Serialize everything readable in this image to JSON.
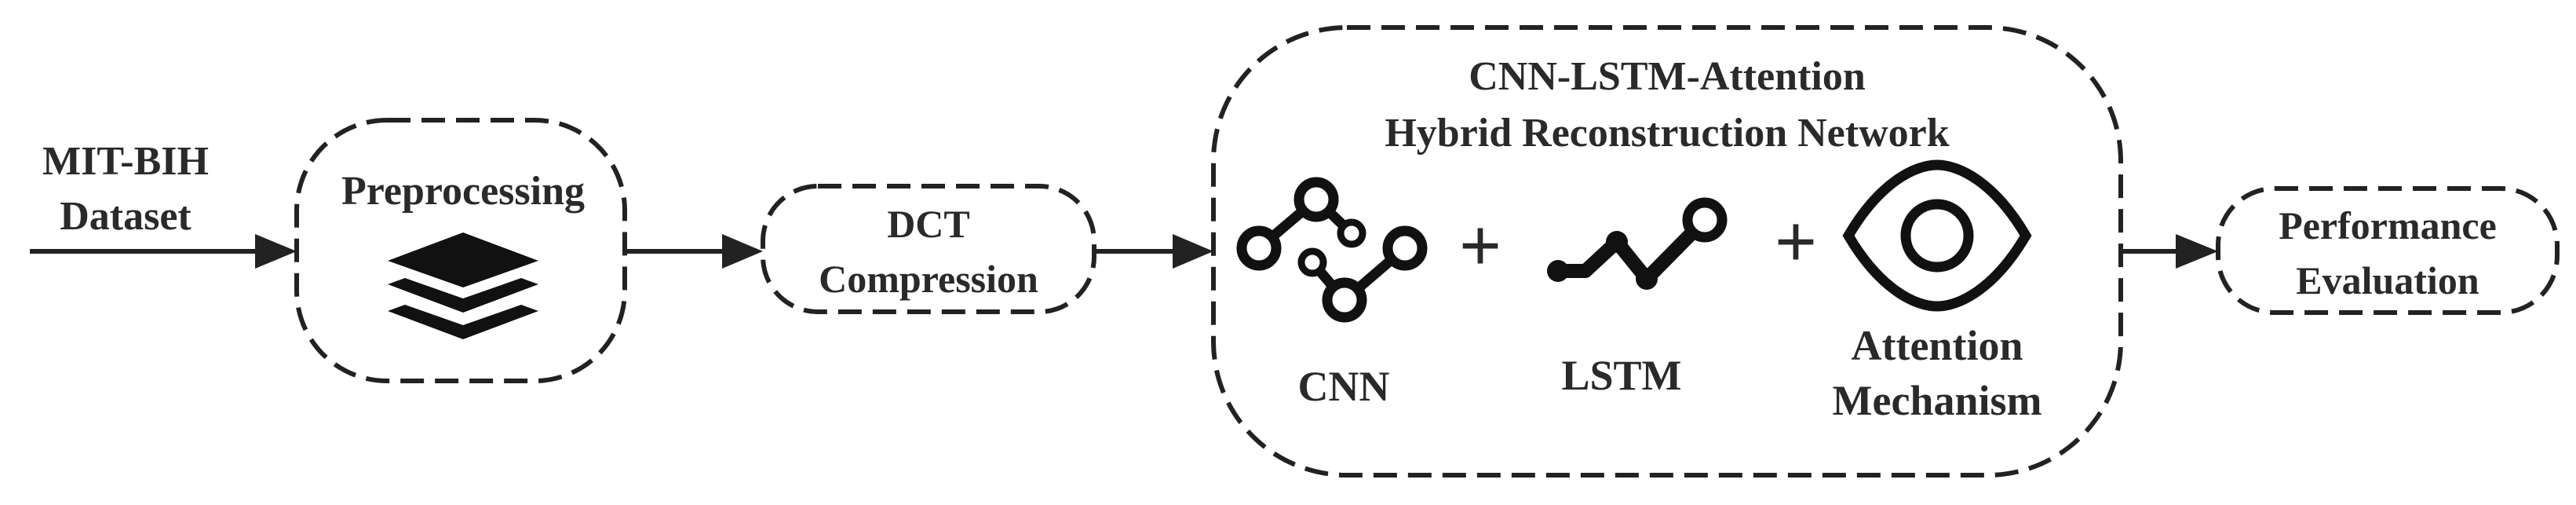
{
  "input": {
    "line1": "MIT-BIH",
    "line2": "Dataset"
  },
  "preprocessing": {
    "label": "Preprocessing",
    "icon": "layers-icon"
  },
  "dct": {
    "line1": "DCT",
    "line2": "Compression"
  },
  "network": {
    "title_line1": "CNN-LSTM-Attention",
    "title_line2": "Hybrid Reconstruction Network",
    "plus": "+",
    "cnn": {
      "label": "CNN",
      "icon": "network-nodes-icon"
    },
    "lstm": {
      "label": "LSTM",
      "icon": "sequence-line-icon"
    },
    "attention": {
      "line1": "Attention",
      "line2": "Mechanism",
      "icon": "eye-icon"
    }
  },
  "output": {
    "line1": "Performance",
    "line2": "Evaluation"
  }
}
